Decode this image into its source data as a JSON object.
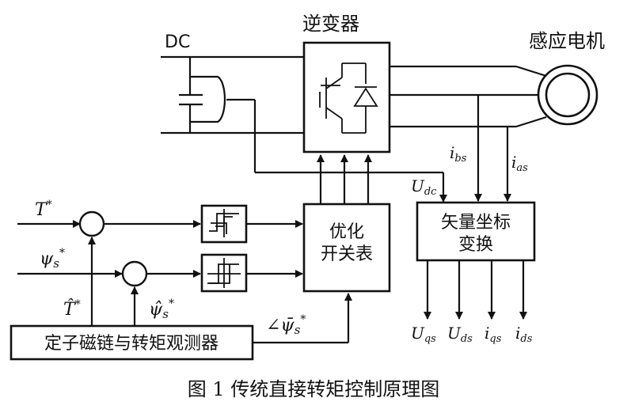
{
  "labels": {
    "dc": "DC",
    "inverter": "逆变器",
    "motor": "感应电机",
    "optimal_switch_table": [
      "优化",
      "开关表"
    ],
    "coord_transform": [
      "矢量坐标",
      "变换"
    ],
    "observer": "定子磁链与转矩观测器",
    "caption": "图 1  传统直接转矩控制原理图"
  },
  "signals": {
    "torque_ref": "T",
    "flux_ref": "ψ",
    "flux_ref_sub": "s",
    "torque_est": "T̂",
    "flux_est": "ψ̂",
    "flux_est_sub": "s",
    "flux_angle": "∠ψ̄",
    "flux_angle_sub": "s",
    "star": "*",
    "i_bs": "i",
    "i_bs_sub": "bs",
    "i_as": "i",
    "i_as_sub": "as",
    "u_dc": "U",
    "u_dc_sub": "dc",
    "outputs": [
      {
        "main": "U",
        "sub": "qs"
      },
      {
        "main": "U",
        "sub": "ds"
      },
      {
        "main": "i",
        "sub": "qs"
      },
      {
        "main": "i",
        "sub": "ds"
      }
    ]
  }
}
